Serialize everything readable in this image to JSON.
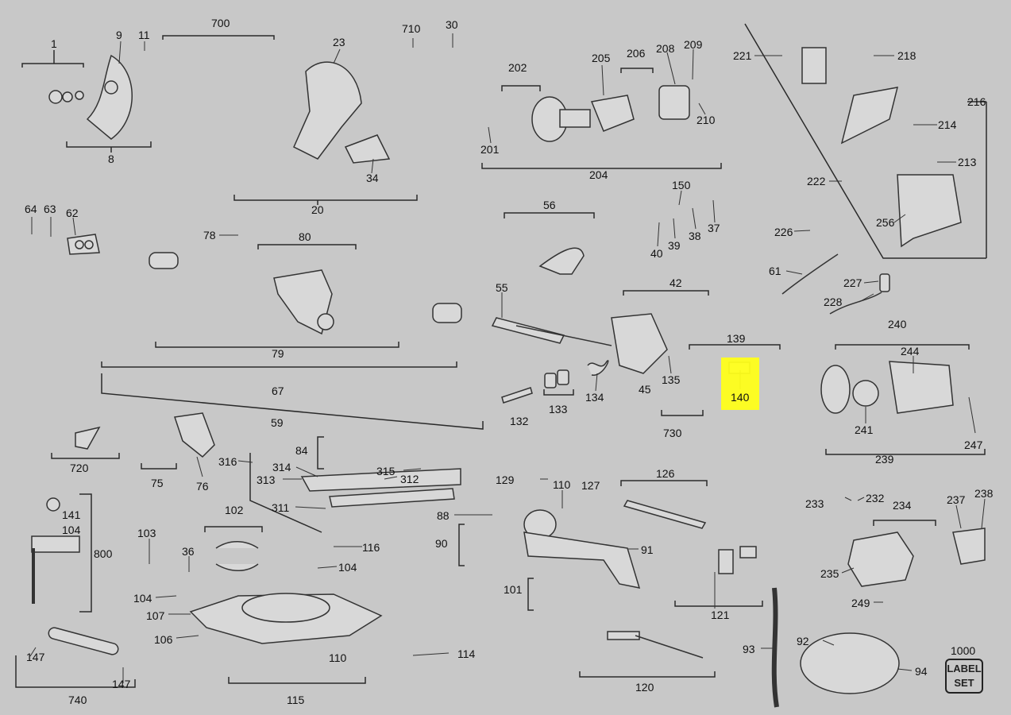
{
  "highlight": {
    "part": "140",
    "color": "#ffff1a"
  },
  "label_set": {
    "line1": "LABEL",
    "line2": "SET"
  },
  "callouts": [
    {
      "id": "c1",
      "text": "1"
    },
    {
      "id": "c9",
      "text": "9"
    },
    {
      "id": "c11",
      "text": "11"
    },
    {
      "id": "c700",
      "text": "700"
    },
    {
      "id": "c23",
      "text": "23"
    },
    {
      "id": "c710",
      "text": "710"
    },
    {
      "id": "c30",
      "text": "30"
    },
    {
      "id": "c202",
      "text": "202"
    },
    {
      "id": "c205",
      "text": "205"
    },
    {
      "id": "c206",
      "text": "206"
    },
    {
      "id": "c208",
      "text": "208"
    },
    {
      "id": "c209",
      "text": "209"
    },
    {
      "id": "c221",
      "text": "221"
    },
    {
      "id": "c218",
      "text": "218"
    },
    {
      "id": "c216",
      "text": "216"
    },
    {
      "id": "c214",
      "text": "214"
    },
    {
      "id": "c213",
      "text": "213"
    },
    {
      "id": "c222",
      "text": "222"
    },
    {
      "id": "c256",
      "text": "256"
    },
    {
      "id": "c210",
      "text": "210"
    },
    {
      "id": "c201",
      "text": "201"
    },
    {
      "id": "c204",
      "text": "204"
    },
    {
      "id": "c8",
      "text": "8"
    },
    {
      "id": "c20",
      "text": "20"
    },
    {
      "id": "c34",
      "text": "34"
    },
    {
      "id": "c64",
      "text": "64"
    },
    {
      "id": "c63",
      "text": "63"
    },
    {
      "id": "c62",
      "text": "62"
    },
    {
      "id": "c78",
      "text": "78"
    },
    {
      "id": "c80",
      "text": "80"
    },
    {
      "id": "c56",
      "text": "56"
    },
    {
      "id": "c150",
      "text": "150"
    },
    {
      "id": "c40",
      "text": "40"
    },
    {
      "id": "c39",
      "text": "39"
    },
    {
      "id": "c38",
      "text": "38"
    },
    {
      "id": "c37",
      "text": "37"
    },
    {
      "id": "c226",
      "text": "226"
    },
    {
      "id": "c61",
      "text": "61"
    },
    {
      "id": "c227",
      "text": "227"
    },
    {
      "id": "c228",
      "text": "228"
    },
    {
      "id": "c55",
      "text": "55"
    },
    {
      "id": "c42",
      "text": "42"
    },
    {
      "id": "c79",
      "text": "79"
    },
    {
      "id": "c139",
      "text": "139"
    },
    {
      "id": "c240",
      "text": "240"
    },
    {
      "id": "c244",
      "text": "244"
    },
    {
      "id": "c67",
      "text": "67"
    },
    {
      "id": "c135",
      "text": "135"
    },
    {
      "id": "c45",
      "text": "45"
    },
    {
      "id": "c140",
      "text": "140"
    },
    {
      "id": "c134",
      "text": "134"
    },
    {
      "id": "c133",
      "text": "133"
    },
    {
      "id": "c132",
      "text": "132"
    },
    {
      "id": "c59",
      "text": "59"
    },
    {
      "id": "c730",
      "text": "730"
    },
    {
      "id": "c241",
      "text": "241"
    },
    {
      "id": "c239",
      "text": "239"
    },
    {
      "id": "c247",
      "text": "247"
    },
    {
      "id": "c720",
      "text": "720"
    },
    {
      "id": "c75",
      "text": "75"
    },
    {
      "id": "c76",
      "text": "76"
    },
    {
      "id": "c316",
      "text": "316"
    },
    {
      "id": "c84",
      "text": "84"
    },
    {
      "id": "c314",
      "text": "314"
    },
    {
      "id": "c313",
      "text": "313"
    },
    {
      "id": "c315",
      "text": "315"
    },
    {
      "id": "c312",
      "text": "312"
    },
    {
      "id": "c311",
      "text": "311"
    },
    {
      "id": "c129",
      "text": "129"
    },
    {
      "id": "c110a",
      "text": "110"
    },
    {
      "id": "c127",
      "text": "127"
    },
    {
      "id": "c126",
      "text": "126"
    },
    {
      "id": "c233",
      "text": "233"
    },
    {
      "id": "c232",
      "text": "232"
    },
    {
      "id": "c234",
      "text": "234"
    },
    {
      "id": "c237",
      "text": "237"
    },
    {
      "id": "c238",
      "text": "238"
    },
    {
      "id": "c141",
      "text": "141"
    },
    {
      "id": "c104a",
      "text": "104"
    },
    {
      "id": "c800",
      "text": "800"
    },
    {
      "id": "c102",
      "text": "102"
    },
    {
      "id": "c103",
      "text": "103"
    },
    {
      "id": "c36",
      "text": "36"
    },
    {
      "id": "c116",
      "text": "116"
    },
    {
      "id": "c104b",
      "text": "104"
    },
    {
      "id": "c104c",
      "text": "104"
    },
    {
      "id": "c107",
      "text": "107"
    },
    {
      "id": "c106",
      "text": "106"
    },
    {
      "id": "c88",
      "text": "88"
    },
    {
      "id": "c90",
      "text": "90"
    },
    {
      "id": "c91",
      "text": "91"
    },
    {
      "id": "c101",
      "text": "101"
    },
    {
      "id": "c121",
      "text": "121"
    },
    {
      "id": "c235",
      "text": "235"
    },
    {
      "id": "c249",
      "text": "249"
    },
    {
      "id": "c110b",
      "text": "110"
    },
    {
      "id": "c114",
      "text": "114"
    },
    {
      "id": "c147a",
      "text": "147"
    },
    {
      "id": "c147b",
      "text": "147"
    },
    {
      "id": "c740",
      "text": "740"
    },
    {
      "id": "c115",
      "text": "115"
    },
    {
      "id": "c120",
      "text": "120"
    },
    {
      "id": "c93",
      "text": "93"
    },
    {
      "id": "c92",
      "text": "92"
    },
    {
      "id": "c94",
      "text": "94"
    },
    {
      "id": "c1000",
      "text": "1000"
    }
  ]
}
